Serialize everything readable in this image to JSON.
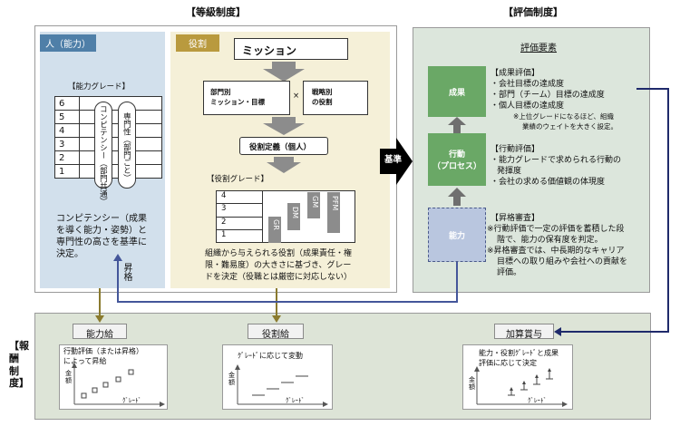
{
  "headers": {
    "tokyu": "【等級制度】",
    "hyoka": "【評価制度】",
    "hoshu": "【報酬制度】"
  },
  "left": {
    "title": "人（能力）",
    "grade_title": "【能力グレード】",
    "grades": [
      "6",
      "5",
      "4",
      "3",
      "2",
      "1"
    ],
    "competency": "コンピテンシー（部門共通）",
    "senmon": "専門性（部門ごと）",
    "desc": [
      "コンピテンシー（成果",
      "を導く能力・姿勢）と",
      "専門性の高さを基準に",
      "決定。"
    ],
    "shokaku": "昇格"
  },
  "middle": {
    "title": "役割",
    "mission": "ミッション",
    "dept_mission": [
      "部門別",
      "ミッション・目標"
    ],
    "times": "×",
    "task_role": [
      "戦略別",
      "の役割"
    ],
    "role_def": "役割定義（個人）",
    "grade_title": "【役割グレード】",
    "grades": [
      "4",
      "3",
      "2",
      "1"
    ],
    "steps": [
      "GR",
      "DM",
      "GM",
      "PFM"
    ],
    "desc": [
      "組織から与えられる役割（成果責任・権",
      "限・難易度）の大きさに基づき、グレー",
      "ドを決定（役職とは厳密に対応しない）"
    ]
  },
  "kijun": "基準",
  "right": {
    "title": "評価要素",
    "seika": "成果",
    "kodo": [
      "行動",
      "（プロセス）"
    ],
    "noryoku": "能力",
    "seika_text": [
      "【成果評価】",
      "・会社目標の達成度",
      "・部門（チーム）目標の達成度",
      "・個人目標の達成度"
    ],
    "seika_note": [
      "※上位グレードになるほど、組織",
      "業績のウェイトを大きく設定。"
    ],
    "kodo_text": [
      "【行動評価】",
      "・能力グレードで求められる行動の",
      "発揮度",
      "・会社の求める価値観の体現度"
    ],
    "noryoku_text": [
      "【昇格審査】",
      "※行動評価で一定の評価を蓄積した段",
      "階で、能力の保有度を判定。",
      "※昇格審査では、中長期的なキャリア",
      "目標への取り組みや会社への貢献を",
      "評価。"
    ]
  },
  "pay": {
    "noryokukyu": "能力給",
    "noryokukyu_desc": [
      "行動評価（または昇格）",
      "によって昇給"
    ],
    "yakuwarikyu": "役割給",
    "yakuwarikyu_desc": "ｸﾞﾚｰﾄﾞに応じて変動",
    "kasan": "加算賞与",
    "kasan_desc": [
      "能力・役割ｸﾞﾚｰﾄﾞと成果",
      "評価に応じて決定"
    ],
    "ylabel": [
      "金",
      "額"
    ],
    "xlabel": "ｸﾞﾚｰﾄﾞ"
  }
}
